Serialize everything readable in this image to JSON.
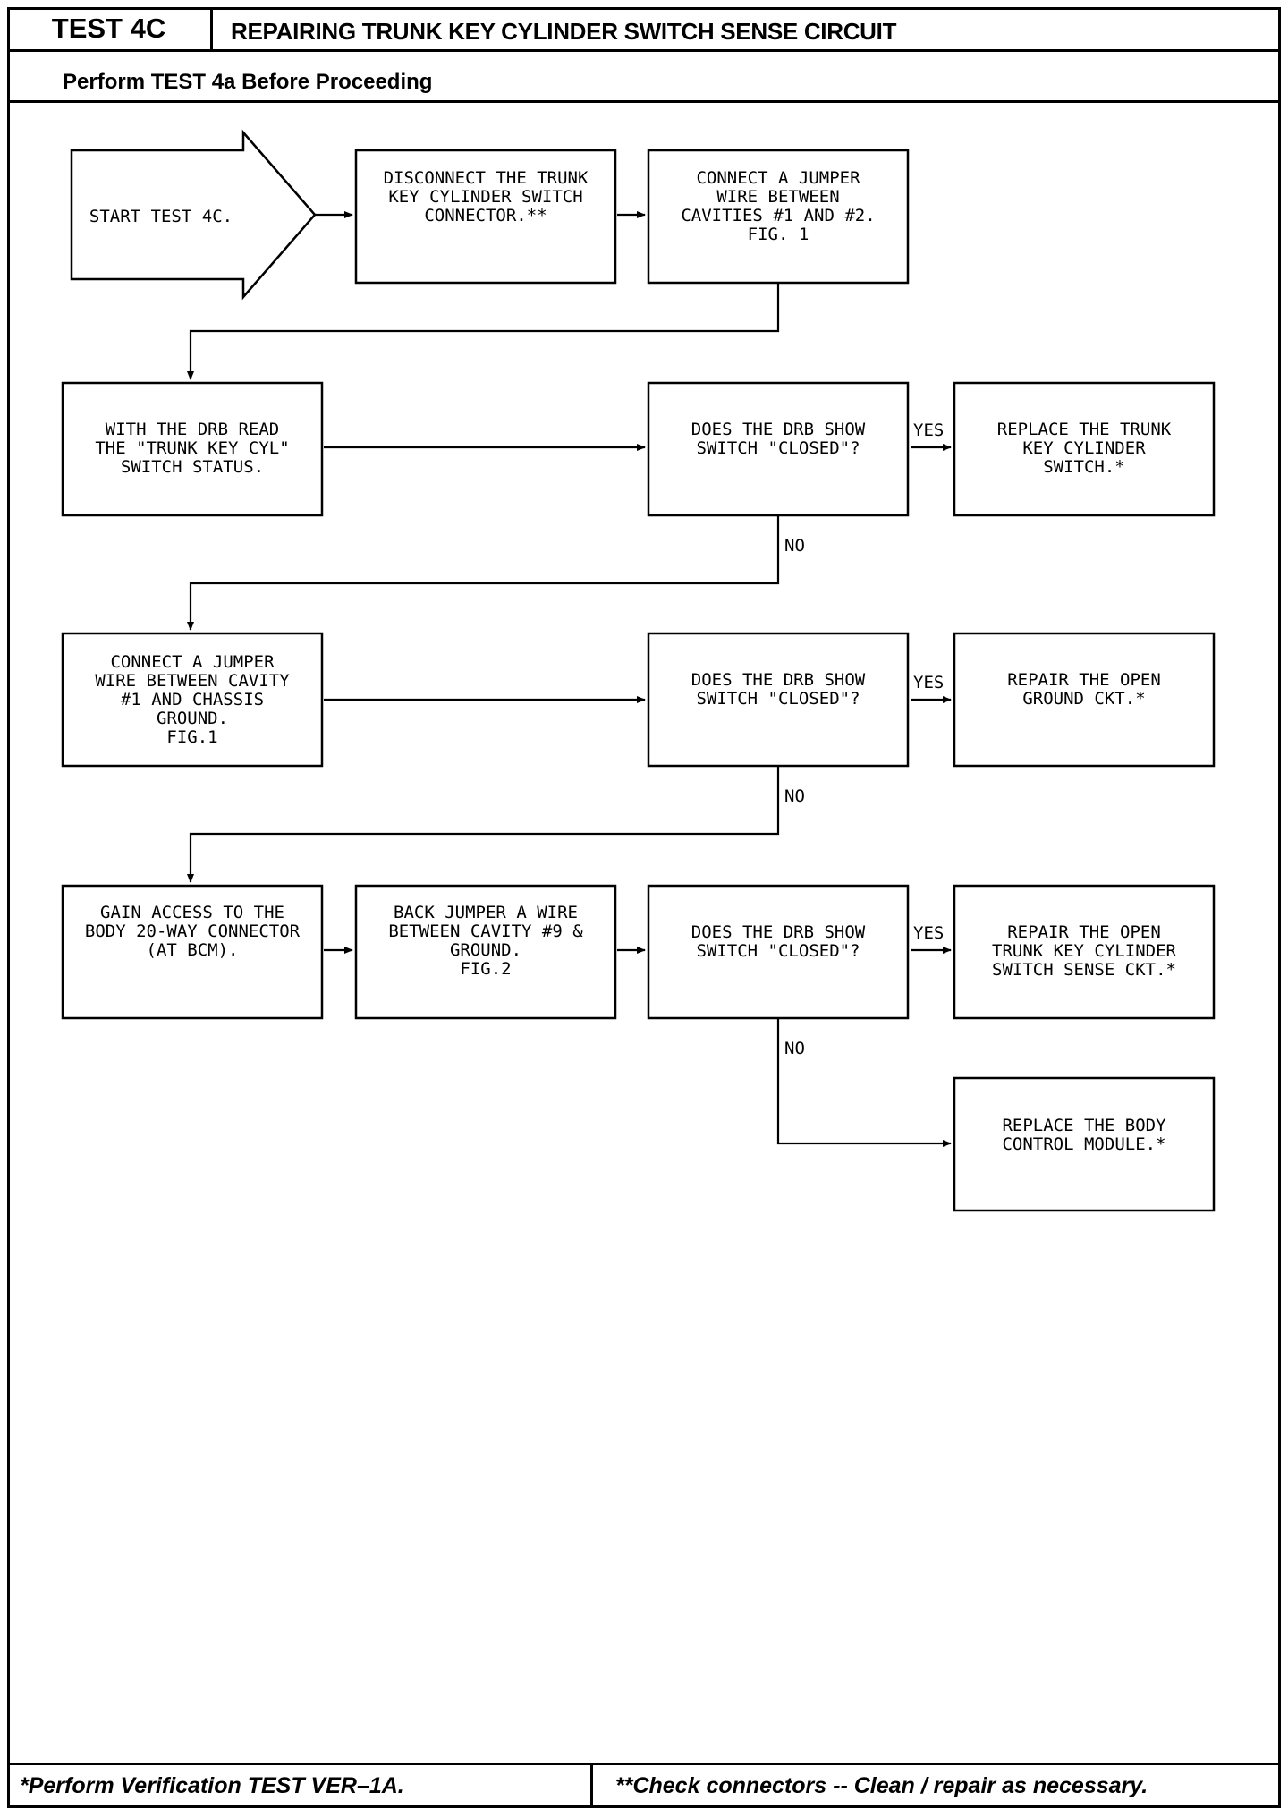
{
  "header": {
    "test_id": "TEST 4C",
    "title": "REPAIRING TRUNK KEY CYLINDER SWITCH SENSE CIRCUIT",
    "prerequisite": "Perform TEST 4a Before Proceeding"
  },
  "flow": {
    "start": [
      "START TEST 4C."
    ],
    "disconnect": [
      "DISCONNECT THE TRUNK",
      "KEY CYLINDER SWITCH",
      "CONNECTOR.**"
    ],
    "jumper_cavities": [
      "CONNECT A JUMPER",
      "WIRE BETWEEN",
      "CAVITIES #1 AND #2.",
      "",
      "FIG. 1"
    ],
    "read_status": [
      "WITH THE DRB READ",
      "THE \"TRUNK KEY CYL\"",
      "SWITCH STATUS."
    ],
    "check1": [
      "DOES THE DRB SHOW",
      "SWITCH \"CLOSED\"?"
    ],
    "replace_switch": [
      "REPLACE THE TRUNK",
      "KEY CYLINDER",
      "SWITCH.*"
    ],
    "jumper_ground": [
      "CONNECT A JUMPER",
      "WIRE BETWEEN CAVITY",
      "#1 AND CHASSIS",
      "GROUND.",
      "FIG.1"
    ],
    "check2": [
      "DOES THE DRB SHOW",
      "SWITCH \"CLOSED\"?"
    ],
    "repair_ground": [
      "REPAIR THE OPEN",
      "GROUND CKT.*"
    ],
    "gain_access": [
      "GAIN ACCESS TO THE",
      "BODY 20-WAY CONNECTOR",
      "(AT BCM)."
    ],
    "back_jumper": [
      "BACK JUMPER A WIRE",
      "BETWEEN CAVITY #9 &",
      "GROUND.",
      "",
      "FIG.2"
    ],
    "check3": [
      "DOES THE DRB SHOW",
      "SWITCH \"CLOSED\"?"
    ],
    "repair_sense": [
      "REPAIR THE OPEN",
      "TRUNK KEY CYLINDER",
      "SWITCH SENSE CKT.*"
    ],
    "replace_bcm": [
      "REPLACE THE BODY",
      "CONTROL MODULE.*"
    ],
    "labels": {
      "yes": "YES",
      "no": "NO"
    }
  },
  "footer": {
    "left": "*Perform Verification TEST VER–1A.",
    "right": "**Check connectors -- Clean / repair as necessary."
  }
}
